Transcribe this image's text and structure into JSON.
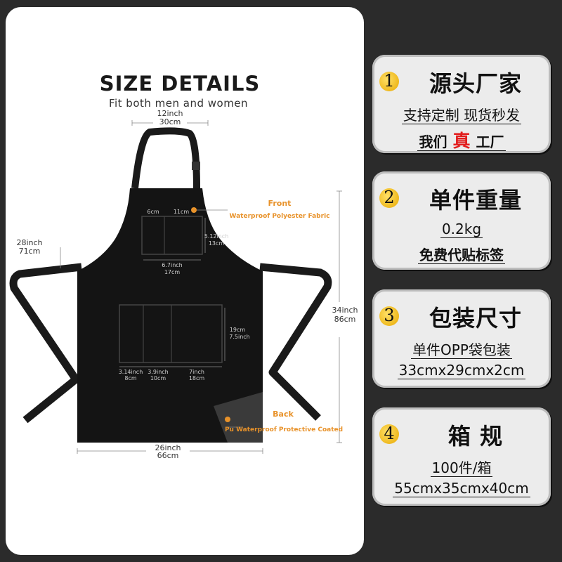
{
  "left": {
    "title": "SIZE DETAILS",
    "subtitle": "Fit both men and women",
    "labels": {
      "strap_in": "12inch",
      "strap_cm": "30cm",
      "side_in": "28inch",
      "side_cm": "71cm",
      "length_in": "34inch",
      "length_cm": "86cm",
      "width_in": "26inch",
      "width_cm": "66cm",
      "chest_w1": "6cm",
      "chest_w2": "11cm",
      "chest_h_in": "5.12inch",
      "chest_h_cm": "13cm",
      "chest_wid_in": "6.7inch",
      "chest_wid_cm": "17cm",
      "low_h_cm": "19cm",
      "low_h_in": "7.5inch",
      "p1_in": "3.14inch",
      "p1_cm": "8cm",
      "p2_in": "3.9inch",
      "p2_cm": "10cm",
      "p3_in": "7inch",
      "p3_cm": "18cm",
      "front_title": "Front",
      "front_desc": "Waterproof Polyester Fabric",
      "back_title": "Back",
      "back_desc": "Pu Waterproof Protective Coated"
    }
  },
  "cards": [
    {
      "num": "1",
      "head": "源头厂家",
      "line1": "支持定制 现货秒发",
      "line2a": "我们",
      "line2_red": "真",
      "line2b": "工厂"
    },
    {
      "num": "2",
      "head": "单件重量",
      "line1": "0.2kg",
      "line2": "免费代贴标签"
    },
    {
      "num": "3",
      "head": "包装尺寸",
      "line1": "单件OPP袋包装",
      "line2": "33cmx29cmx2cm"
    },
    {
      "num": "4",
      "head": "箱 规",
      "line1": "100件/箱",
      "line2": "55cmx35cmx40cm"
    }
  ],
  "colors": {
    "accent_orange": "#e8922a",
    "red_text": "#e21d1d",
    "background": "#2b2b2b",
    "card": "#ececec"
  }
}
